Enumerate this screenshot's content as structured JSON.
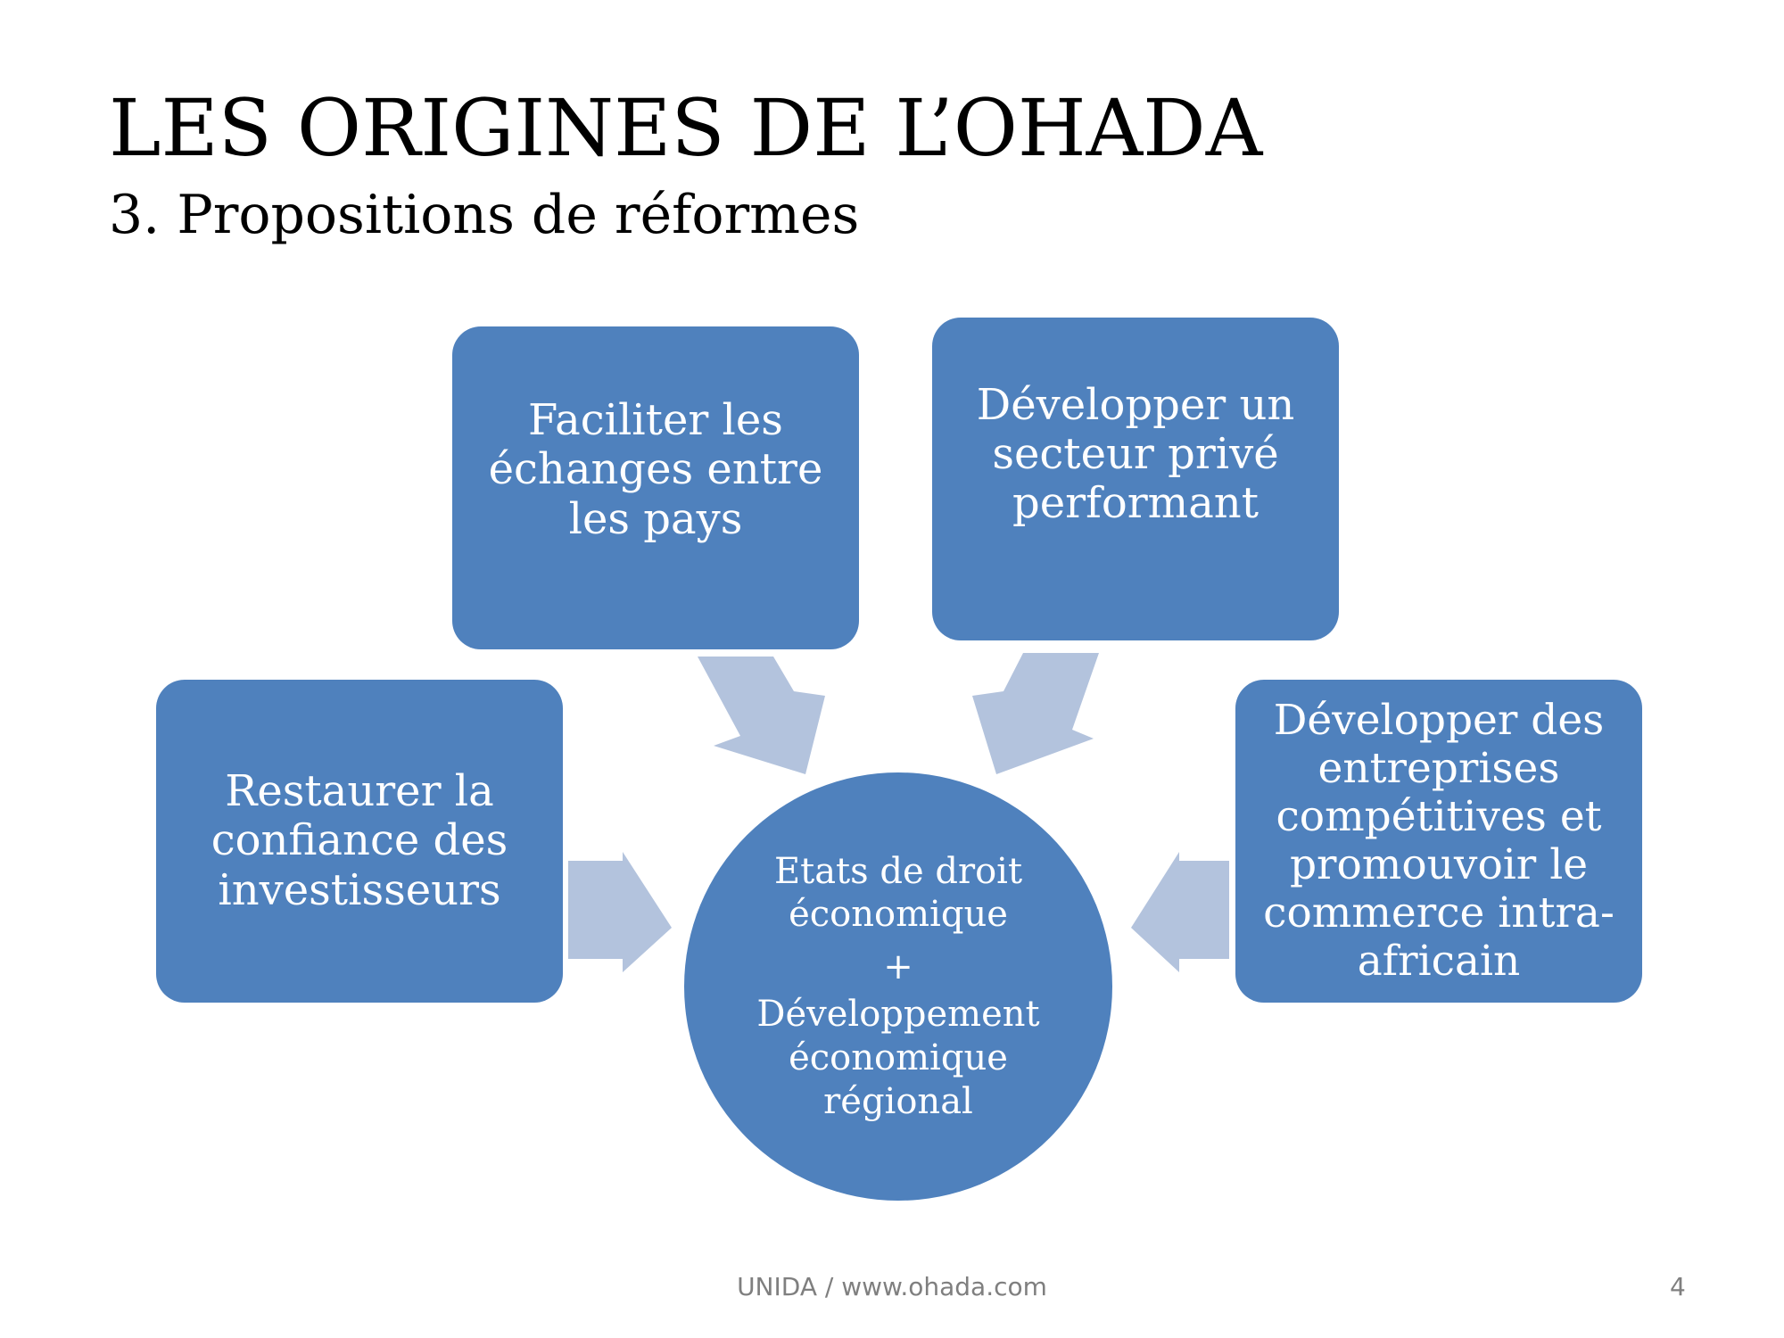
{
  "slide": {
    "title": "LES ORIGINES DE L’OHADA",
    "subtitle": "3. Propositions de réformes"
  },
  "diagram": {
    "boxes": {
      "left": "Restaurer la confiance des investisseurs",
      "top_left": "Faciliter les échanges entre les pays",
      "top_right": "Développer un secteur privé performant",
      "right": "Développer des entreprises compétitives et promouvoir le commerce intra-africain"
    },
    "center": {
      "line1": "Etats de droit économique",
      "plus": "+",
      "line2": "Développement économique régional"
    },
    "colors": {
      "shape_fill": "#4f81bd",
      "arrow_fill": "#b3c3dd",
      "text": "#ffffff"
    }
  },
  "footer": {
    "source": "UNIDA / www.ohada.com",
    "page_number": "4"
  }
}
